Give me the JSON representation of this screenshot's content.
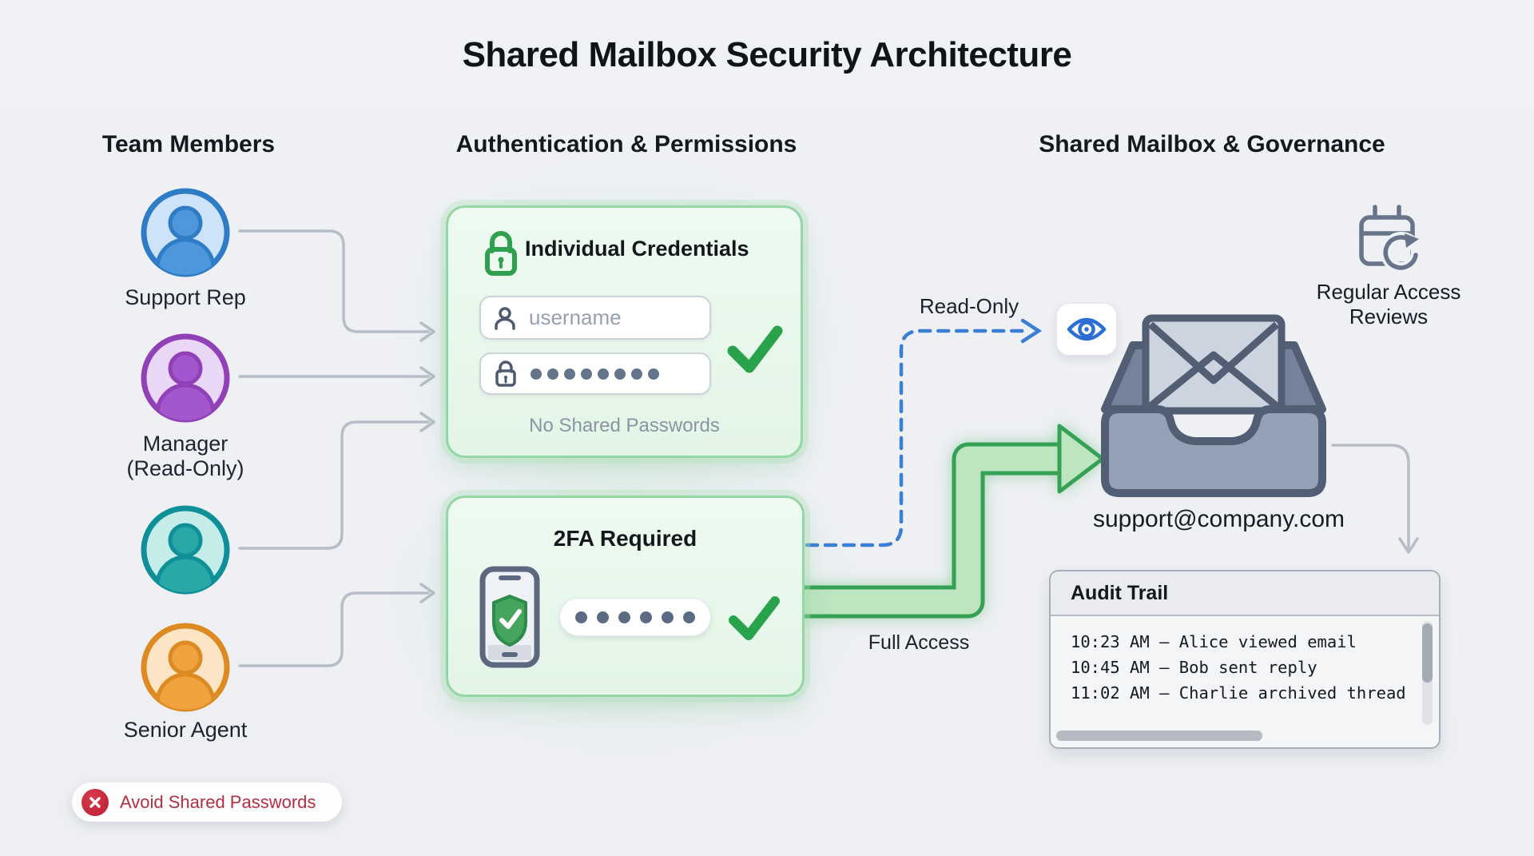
{
  "title": "Shared Mailbox Security Architecture",
  "columns": {
    "team": {
      "header": "Team Members"
    },
    "auth": {
      "header": "Authentication & Permissions"
    },
    "governance": {
      "header": "Shared Mailbox & Governance"
    }
  },
  "team_members": [
    {
      "role": "Support Rep",
      "ring": "#2e7cc6",
      "fill": "#cfe3f8",
      "mid": "#4e97dd"
    },
    {
      "role": "Manager",
      "sub_role": "(Read-Only)",
      "ring": "#9041b8",
      "fill": "#ead7f6",
      "mid": "#a257cc"
    },
    {
      "role": "",
      "ring": "#0f8f98",
      "fill": "#c4ece9",
      "mid": "#2aa8a8"
    },
    {
      "role": "Senior Agent",
      "ring": "#dd8a22",
      "fill": "#fce5c4",
      "mid": "#f0a23e"
    }
  ],
  "credentials_box": {
    "title": "Individual Credentials",
    "username_placeholder": "username",
    "password_dot_count": 8,
    "note": "No Shared Passwords"
  },
  "tfa_box": {
    "title": "2FA Required",
    "code_dot_count": 6
  },
  "flow_labels": {
    "read_only": "Read-Only",
    "full_access": "Full Access"
  },
  "mailbox": {
    "address": "support@company.com"
  },
  "governance_items": {
    "reviews_line1": "Regular Access",
    "reviews_line2": "Reviews"
  },
  "audit_trail": {
    "title": "Audit Trail",
    "entries": [
      "10:23 AM – Alice viewed email",
      "10:45 AM – Bob sent reply",
      "11:02 AM – Charlie archived thread"
    ]
  },
  "warning_badge": {
    "text": "Avoid Shared Passwords"
  },
  "icons": {
    "lock": "lock-icon",
    "user": "user-icon",
    "eye": "eye-icon",
    "shield_check": "shield-check-icon",
    "checkmark": "checkmark-icon",
    "calendar_refresh": "calendar-refresh-icon",
    "mailbox": "inbox-mailbox-icon",
    "x_mark": "x-circle-icon"
  },
  "colors": {
    "background": "#eef0f4",
    "accent_green": "#2fa14e",
    "box_green_fill": "#e9f7eb",
    "box_green_border": "#94d7a4",
    "connector_gray": "#b7bdc7",
    "dashed_blue": "#3b7fd4",
    "mailbox_gray": "#8897ae",
    "warning_red": "#c9293a",
    "text_dark": "#15181d",
    "muted_text": "#8a95a4"
  }
}
